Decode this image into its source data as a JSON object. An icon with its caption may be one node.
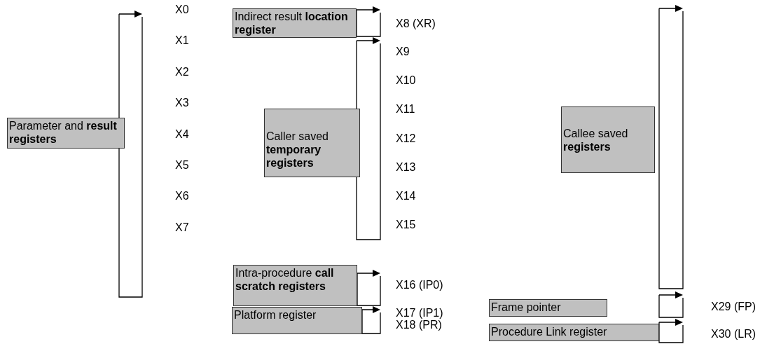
{
  "diagram": {
    "nodes": [
      {
        "text": [
          "Parameter and **result registers**"
        ]
      },
      {
        "text": [
          "Indirect result **location register**"
        ]
      },
      {
        "text": [
          "Caller saved **temporary registers**"
        ]
      },
      {
        "text": [
          "Intra-procedure **call scratch registers**"
        ]
      },
      {
        "text": [
          "Platform register"
        ]
      },
      {
        "text": [
          "Callee saved **registers**"
        ]
      },
      {
        "text": [
          "Frame pointer"
        ]
      },
      {
        "text": [
          "Procedure Link register"
        ]
      }
    ],
    "labels": [
      "X0",
      "X1",
      "X2",
      "X3",
      "X4",
      "X5",
      "X6",
      "X7",
      "X8 (XR)",
      "X9",
      "X10",
      "X11",
      "X12",
      "X13",
      "X14",
      "X15",
      "X16 (IP0)",
      "X17 (IP1)",
      "X18 (PR)",
      "X29 (FP)",
      "X30 (LR)"
    ]
  }
}
